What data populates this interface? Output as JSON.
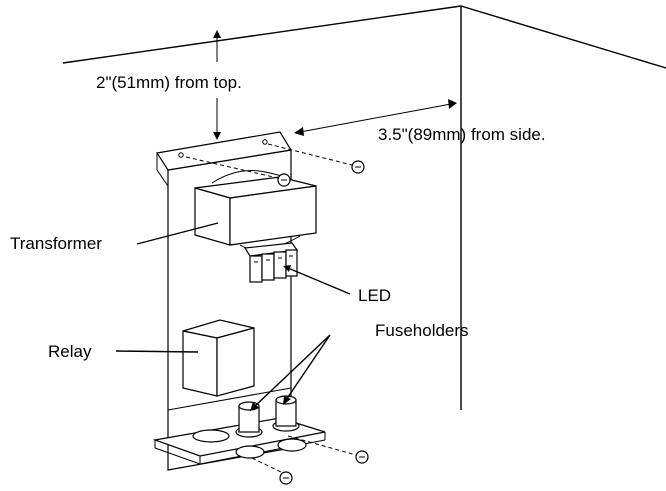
{
  "labels": {
    "top_dimension": "2\"(51mm) from top.",
    "side_dimension": "3.5\"(89mm) from side.",
    "transformer": "Transformer",
    "led": "LED",
    "relay": "Relay",
    "fuseholders": "Fuseholders"
  }
}
